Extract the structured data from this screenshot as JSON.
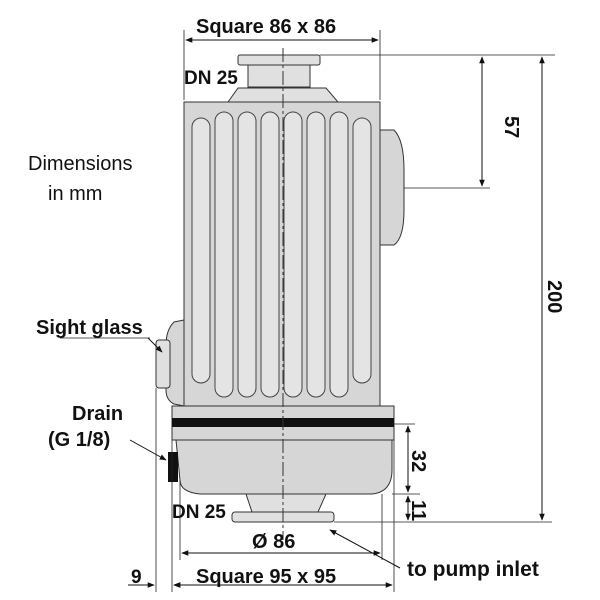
{
  "labels": {
    "top_square": "Square 86 x 86",
    "dn_top": "DN 25",
    "dim_57": "57",
    "dimensions_line1": "Dimensions",
    "dimensions_line2": "in mm",
    "dim_200": "200",
    "sight_glass": "Sight glass",
    "drain_line1": "Drain",
    "drain_line2": "(G 1/8)",
    "dim_32": "32",
    "dn_bottom": "DN 25",
    "dim_11": "11",
    "diameter": "Ø 86",
    "to_pump_inlet": "to pump inlet",
    "dim_9": "9",
    "bottom_square": "Square 95 x 95"
  },
  "colors": {
    "body": "#d6d6d6",
    "outline": "#333333",
    "band": "#111111"
  }
}
